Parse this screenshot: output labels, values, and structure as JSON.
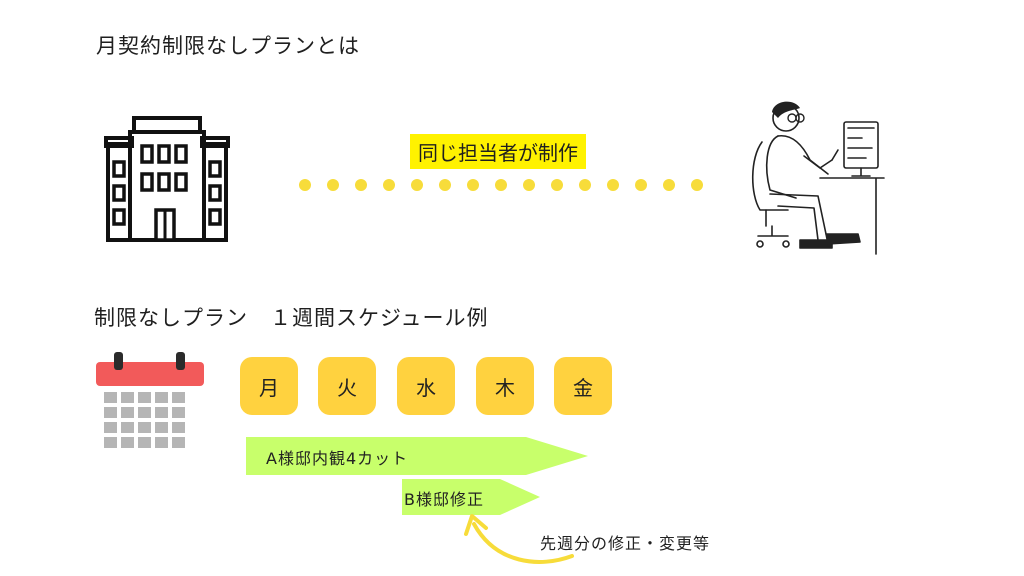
{
  "heading": "月契約制限なしプランとは",
  "relation_label": "同じ担当者が制作",
  "schedule_heading": "制限なしプラン　１週間スケジュール例",
  "days": [
    "月",
    "火",
    "水",
    "木",
    "金"
  ],
  "tasks": [
    {
      "label": "A様邸内観4カット"
    },
    {
      "label": "B様邸修正"
    }
  ],
  "note": "先週分の修正・変更等",
  "colors": {
    "day_bg": "#ffd23f",
    "task_bar": "#c8ff6b",
    "dots": "#f7dc3a",
    "highlight": "#fff200",
    "calendar_header": "#f25a5a",
    "calendar_cells": "#b5b5b5"
  },
  "icons": {
    "client": "building-icon",
    "designer": "person-at-computer-icon",
    "calendar": "calendar-icon",
    "arrow": "curved-arrow-icon"
  }
}
